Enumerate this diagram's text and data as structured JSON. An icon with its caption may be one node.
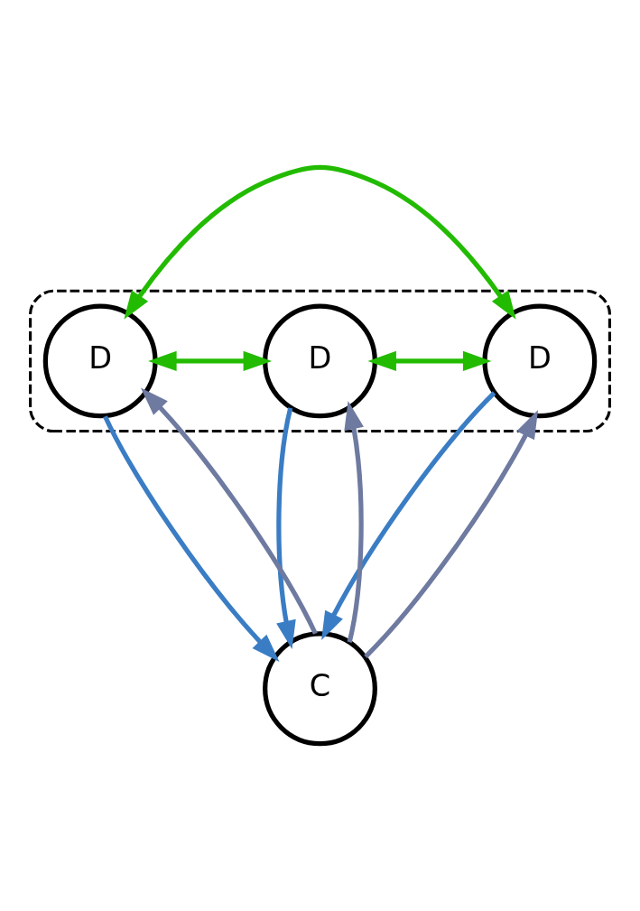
{
  "diagram": {
    "nodes": [
      {
        "text": [],
        "shape": "ellipse"
      },
      {
        "text": [
          "D"
        ],
        "in": 0
      },
      {
        "text": [
          "D"
        ],
        "in": 0
      },
      {
        "text": [
          "D"
        ],
        "in": 0
      },
      {
        "text": [
          "C"
        ]
      }
    ],
    "edges": [
      {
        "from": 1,
        "to": 2,
        "arrow": "both",
        "color": "#22bb00"
      },
      {
        "from": 1,
        "to": 3,
        "arrow": "both",
        "color": "#22bb00"
      },
      {
        "from": 2,
        "to": 3,
        "arrow": "both",
        "color": "#22bb00"
      },
      {
        "from": 1,
        "to": 4,
        "arrow": "to",
        "color": "#3a7dc4"
      },
      {
        "from": 4,
        "to": 1,
        "arrow": "to",
        "color": "#6e7aa0"
      },
      {
        "from": 4,
        "to": 3,
        "arrow": "to",
        "color": "#6e7aa0"
      },
      {
        "from": 3,
        "to": 4,
        "arrow": "to",
        "color": "#3a7dc4"
      },
      {
        "from": 4,
        "to": 2,
        "arrow": "to",
        "color": "#6e7aa0"
      },
      {
        "from": 2,
        "to": 4,
        "arrow": "to",
        "color": "#3a7dc4"
      }
    ]
  }
}
